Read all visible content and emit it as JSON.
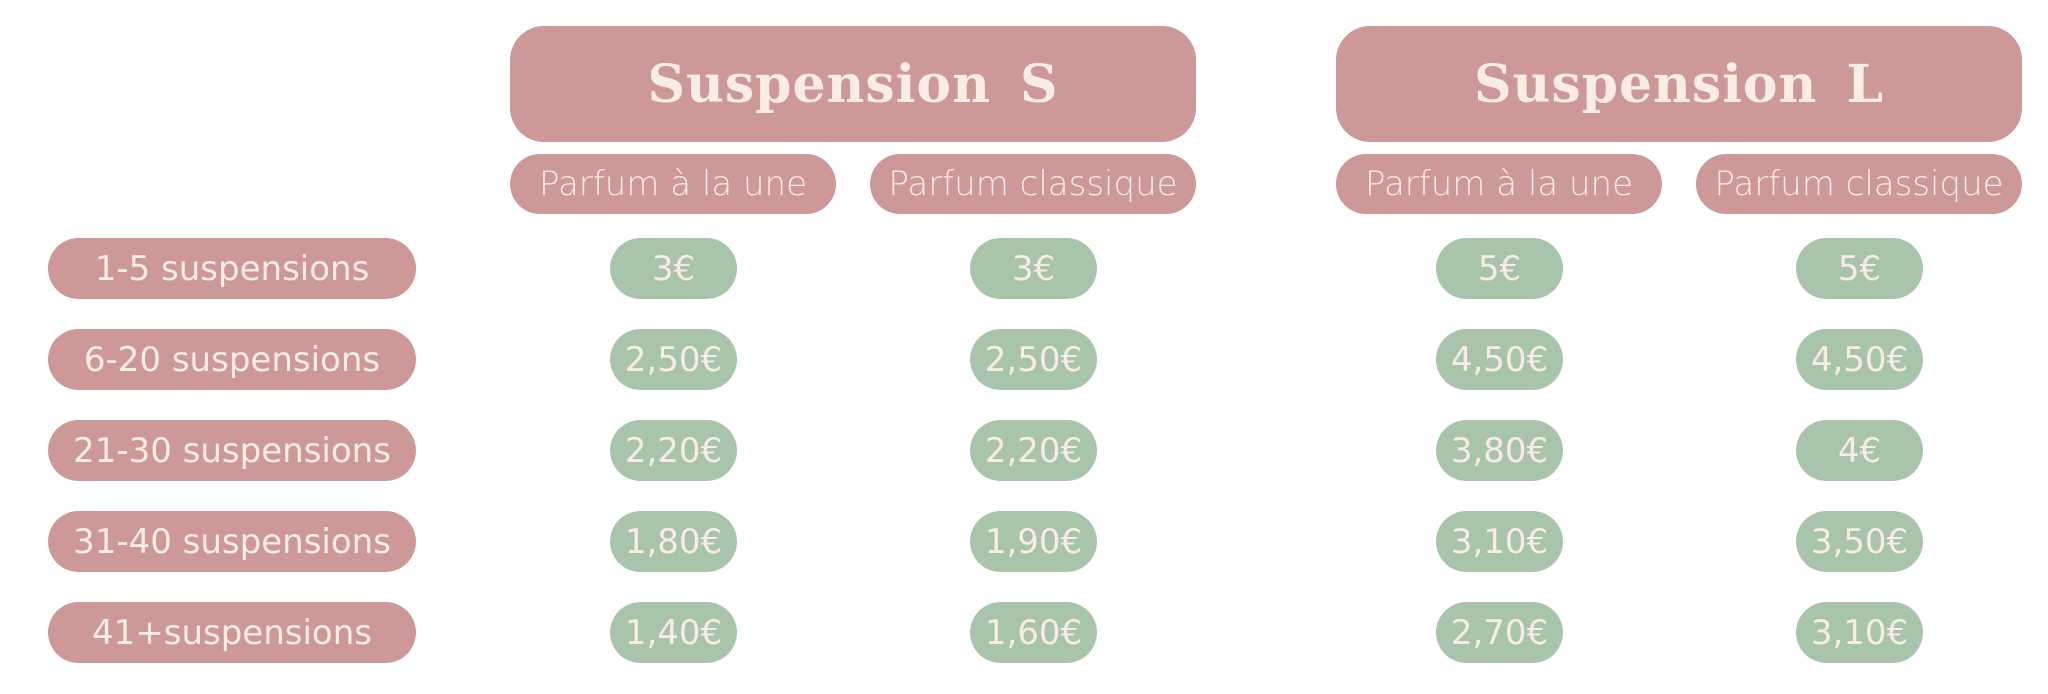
{
  "groups": [
    {
      "title": "Suspension S",
      "columns": [
        "Parfum à la une",
        "Parfum classique"
      ]
    },
    {
      "title": "Suspension L",
      "columns": [
        "Parfum à la une",
        "Parfum classique"
      ]
    }
  ],
  "rows": [
    {
      "label": "1-5 suspensions",
      "prices": [
        "3€",
        "3€",
        "5€",
        "5€"
      ]
    },
    {
      "label": "6-20 suspensions",
      "prices": [
        "2,50€",
        "2,50€",
        "4,50€",
        "4,50€"
      ]
    },
    {
      "label": "21-30 suspensions",
      "prices": [
        "2,20€",
        "2,20€",
        "3,80€",
        "4€"
      ]
    },
    {
      "label": "31-40 suspensions",
      "prices": [
        "1,80€",
        "1,90€",
        "3,10€",
        "3,50€"
      ]
    },
    {
      "label": "41+suspensions",
      "prices": [
        "1,40€",
        "1,60€",
        "2,70€",
        "3,10€"
      ]
    }
  ],
  "colors": {
    "header_pink": "#cc9898",
    "price_green": "#a8c4ab",
    "text_cream": "#f8ece4"
  }
}
